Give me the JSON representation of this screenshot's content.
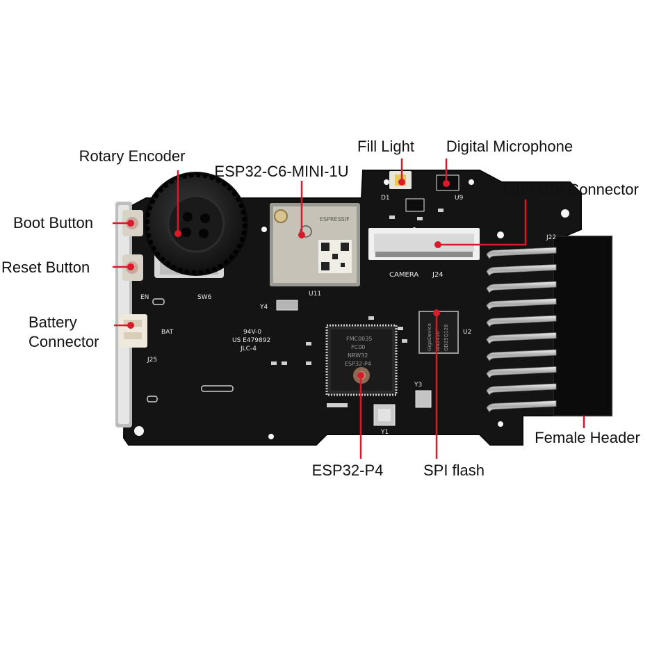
{
  "colors": {
    "pcb": "#141414",
    "pcb_edge": "#0a0a0a",
    "silkscreen": "#e8e8e8",
    "callout": "#d91a2a",
    "label_text": "#111111"
  },
  "labels": {
    "rotary_encoder": "Rotary Encoder",
    "esp32_c6": "ESP32-C6-MINI-1U",
    "fill_light": "Fill Light",
    "digital_microphone": "Digital Microphone",
    "mipi_csi": "MIPI CSI Connector",
    "boot_button": "Boot Button",
    "reset_button": "Reset Button",
    "battery_line1": "Battery",
    "battery_line2": "Connector",
    "female_header": "Female Header",
    "esp32_p4": "ESP32-P4",
    "spi_flash": "SPI flash"
  },
  "silkscreen": {
    "d1": "D1",
    "u9": "U9",
    "camera": "CAMERA",
    "j24": "J24",
    "u11": "U11",
    "y4": "Y4",
    "u2": "U2",
    "y3": "Y3",
    "y1": "Y1",
    "en": "EN",
    "sw6": "SW6",
    "bat": "BAT",
    "j25": "J25",
    "j22": "J22",
    "cert_1": "94V-0",
    "cert_2": "US E479892",
    "cert_3": "JLC-4",
    "p4_chip_1": "ESP32-P4",
    "p4_chip_2": "NRW32",
    "p4_chip_3": "FC00",
    "p4_chip_4": "FMC0035",
    "flash_1": "GigaDevice",
    "flash_2": "AM2416",
    "flash_3": "GD25Q128",
    "c6_module": "ESPRESSIF"
  }
}
